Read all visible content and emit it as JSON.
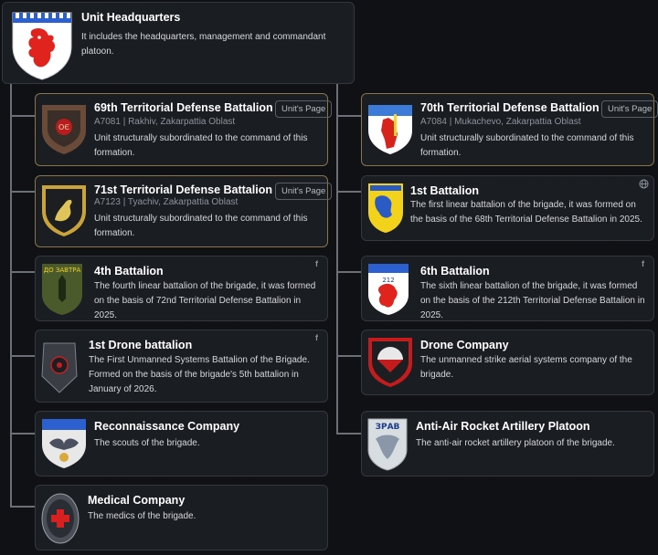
{
  "hq": {
    "title": "Unit Headquarters",
    "description": "It includes the headquarters, management and commandant platoon."
  },
  "units": [
    {
      "id": "69",
      "title": "69th Territorial Defense Battalion",
      "subtitle": "A7081 | Rakhiv, Zakarpattia Oblast",
      "description": "Unit structurally subordinated to the command of this formation.",
      "button": "Unit's Page"
    },
    {
      "id": "70",
      "title": "70th Territorial Defense Battalion",
      "subtitle": "A7084 | Mukachevo, Zakarpattia Oblast",
      "description": "Unit structurally subordinated to the command of this formation.",
      "button": "Unit's Page"
    },
    {
      "id": "71",
      "title": "71st Territorial Defense Battalion",
      "subtitle": "A7123 | Tyachiv, Zakarpattia Oblast",
      "description": "Unit structurally subordinated to the command of this formation.",
      "button": "Unit's Page"
    },
    {
      "id": "b1",
      "title": "1st Battalion",
      "description": "The first linear battalion of the brigade, it was formed on the basis of the 68th Territorial Defense Battalion in 2025.",
      "icon": "globe-icon"
    },
    {
      "id": "b4",
      "title": "4th Battalion",
      "description": "The fourth linear battalion of the brigade, it was formed on the basis of 72nd Territorial Defense Battalion in 2025.",
      "icon": "facebook-icon",
      "patch_text": "ДО ЗАВТРА"
    },
    {
      "id": "b6",
      "title": "6th Battalion",
      "description": "The sixth linear battalion of the brigade, it was formed on the basis of the 212th Territorial Defense Battalion in 2025.",
      "icon": "facebook-icon",
      "patch_text": "212"
    },
    {
      "id": "drone-bn",
      "title": "1st Drone battalion",
      "description": "The First Unmanned Systems Battalion of the Brigade. Formed on the basis of the brigade's 5th battalion in January of 2026.",
      "icon": "facebook-icon"
    },
    {
      "id": "drone-co",
      "title": "Drone Company",
      "description": "The unmanned strike aerial systems company of the brigade."
    },
    {
      "id": "recon",
      "title": "Reconnaissance Company",
      "description": "The scouts of the brigade."
    },
    {
      "id": "aa",
      "title": "Anti-Air Rocket Artillery Platoon",
      "description": "The anti-air rocket artillery platoon of the brigade.",
      "patch_text": "ЗРАВ"
    },
    {
      "id": "medical",
      "title": "Medical Company",
      "description": "The medics of the brigade."
    }
  ],
  "colors": {
    "gold_border": "#8a7448",
    "card_bg": "#1a1d22",
    "page_bg": "#0f1115",
    "line": "#6b6f76"
  }
}
